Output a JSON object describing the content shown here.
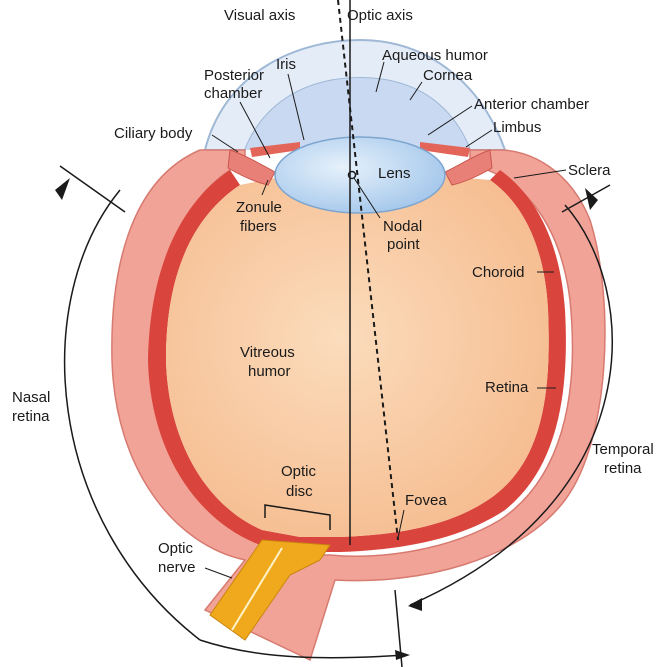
{
  "labels": {
    "visual_axis": "Visual axis",
    "optic_axis": "Optic axis",
    "aqueous_humor": "Aqueous humor",
    "cornea": "Cornea",
    "anterior_chamber": "Anterior chamber",
    "limbus": "Limbus",
    "sclera": "Sclera",
    "iris": "Iris",
    "posterior_chamber_1": "Posterior",
    "posterior_chamber_2": "chamber",
    "ciliary_body": "Ciliary body",
    "lens": "Lens",
    "zonule_1": "Zonule",
    "zonule_2": "fibers",
    "nodal_1": "Nodal",
    "nodal_2": "point",
    "choroid": "Choroid",
    "vitreous_1": "Vitreous",
    "vitreous_2": "humor",
    "retina": "Retina",
    "nasal_1": "Nasal",
    "nasal_2": "retina",
    "temporal_1": "Temporal",
    "temporal_2": "retina",
    "optic_disc_1": "Optic",
    "optic_disc_2": "disc",
    "fovea": "Fovea",
    "optic_nerve_1": "Optic",
    "optic_nerve_2": "nerve"
  },
  "colors": {
    "sclera": "#f2a398",
    "choroid": "#d9534c",
    "retina": "#e8544a",
    "vitreous": "#f9cfa8",
    "lens": "#bcd7f2",
    "aqueous": "#d7e3f5",
    "nerve": "#f0a81c",
    "line": "#1a1a1a"
  }
}
